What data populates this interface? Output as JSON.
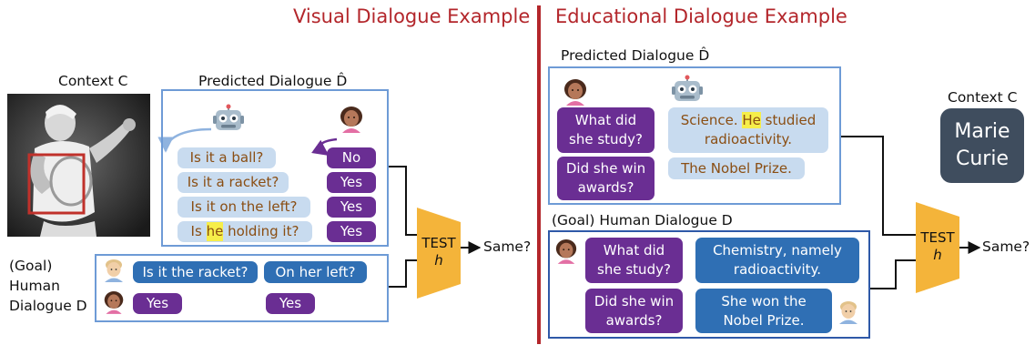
{
  "titles": {
    "left": "Visual Dialogue Example",
    "right": "Educational Dialogue Example"
  },
  "visual": {
    "context_label": "Context C",
    "predicted_label": "Predicted Dialogue D̂",
    "predicted_questions": [
      "Is it a ball?",
      "Is it a racket?",
      "Is it on the left?",
      "Is ",
      "he",
      " holding it?"
    ],
    "predicted_answers": [
      "No",
      "Yes",
      "Yes",
      "Yes"
    ],
    "goal_label": [
      "(Goal)",
      "Human",
      "Dialogue D"
    ],
    "human_questions": [
      "Is it the racket?",
      "On her left?"
    ],
    "human_answers": [
      "Yes",
      "Yes"
    ],
    "test": [
      "TEST",
      "h"
    ],
    "same": "Same?"
  },
  "educational": {
    "predicted_label": "Predicted Dialogue D̂",
    "predicted_questions": [
      "What did she study?",
      "Did she win awards?"
    ],
    "predicted_answer_1": [
      "Science. ",
      "He",
      " studied",
      "radioactivity."
    ],
    "predicted_answer_2": "The Nobel Prize.",
    "context_label": "Context C",
    "context_value": [
      "Marie",
      "Curie"
    ],
    "goal_label": "(Goal) Human Dialogue D",
    "human_questions": [
      "What did she study?",
      "Did she win awards?"
    ],
    "human_answers": [
      "Chemistry, namely radioactivity.",
      "She won the Nobel Prize."
    ],
    "test": [
      "TEST",
      "h"
    ],
    "same": "Same?"
  },
  "icons": [
    "robot-icon",
    "woman-icon",
    "man-icon"
  ],
  "colors": {
    "title": "#b3262b",
    "purple": "#6a2e93",
    "blue": "#2f6fb4",
    "light_blue": "#c8dbef",
    "test": "#f4b43a",
    "divider": "#b3262b"
  }
}
